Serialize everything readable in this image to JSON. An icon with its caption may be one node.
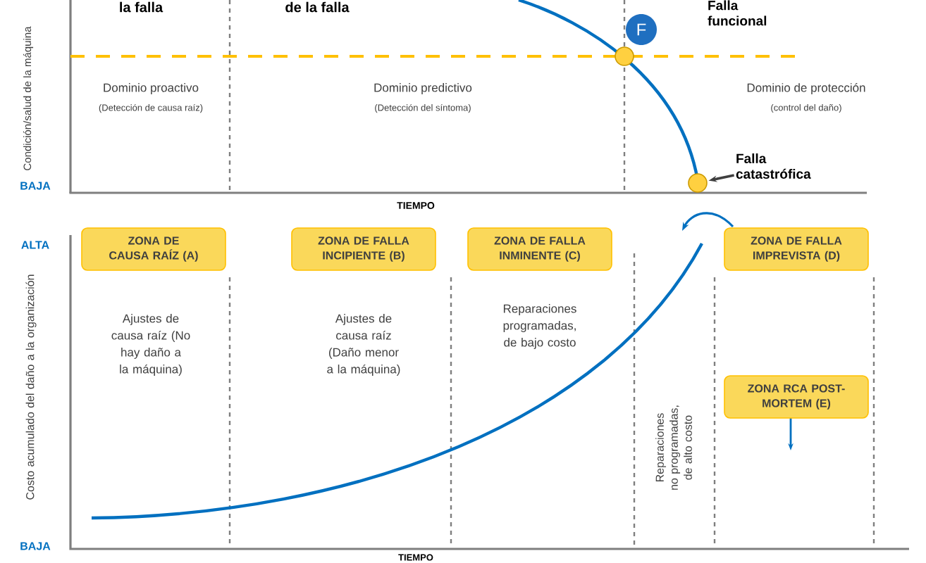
{
  "diagram": {
    "nodes": [
      {
        "text": [
          "F"
        ],
        "beside": [
          "Falla funcional"
        ]
      },
      {
        "text": [],
        "shape": "circle"
      },
      {
        "text": [],
        "shape": "circle"
      },
      {
        "text": [
          "Falla catastrófica"
        ]
      },
      {
        "text": [
          "ZONA DE CAUSA RAÍZ (A)"
        ]
      },
      {
        "text": [
          "ZONA DE FALLA INCIPIENTE (B)"
        ]
      },
      {
        "text": [
          "ZONA DE FALLA INMINENTE (C)"
        ]
      },
      {
        "text": [
          "ZONA DE FALLA IMPREVISTA (D)"
        ]
      },
      {
        "text": [
          "ZONA RCA POST-MORTEM (E)"
        ]
      }
    ],
    "edges": [
      {
        "from": 3,
        "to": 2,
        "arrow": "to"
      }
    ],
    "labels": [
      "la falla",
      "de la falla",
      "Condición/salud de la máquina",
      "Dominio proactivo",
      "(Detección de causa raíz)",
      "Dominio predictivo",
      "(Detección del síntoma)",
      "Dominio de protección",
      "(control del daño)",
      "BAJA",
      "TIEMPO",
      "ALTA",
      "Costo acumulado del daño a la organización",
      "Ajustes de causa raíz (No hay daño a la máquina)",
      "Ajustes de causa raíz (Daño menor a la máquina)",
      "Reparaciones programadas, de bajo costo",
      "Reparaciones no programadas, de alto costo",
      "BAJA",
      "TIEMPO"
    ]
  }
}
